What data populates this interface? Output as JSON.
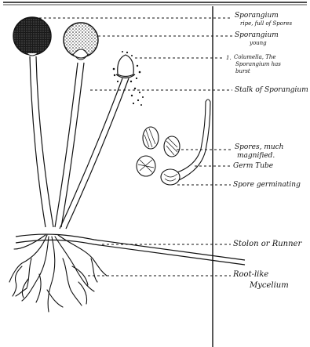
{
  "labels": {
    "sporangium_ripe_title": "Sporangium",
    "sporangium_ripe_sub": "ripe, full of Spores",
    "sporangium_young_title": "Sporangium",
    "sporangium_young_sub": "young",
    "columella_line1": "Columella, The",
    "columella_line2": "Sporangium has",
    "columella_line3": "burst",
    "columella_marker": "1.",
    "stalk": "Stalk of Sporangium",
    "spores_line1": "Spores, much",
    "spores_line2": "magnified.",
    "germ_tube": "Germ Tube",
    "spore_germinating": "Spore germinating",
    "stolon": "Stolon or Runner",
    "mycelium_line1": "Root-like",
    "mycelium_line2": "Mycelium"
  }
}
